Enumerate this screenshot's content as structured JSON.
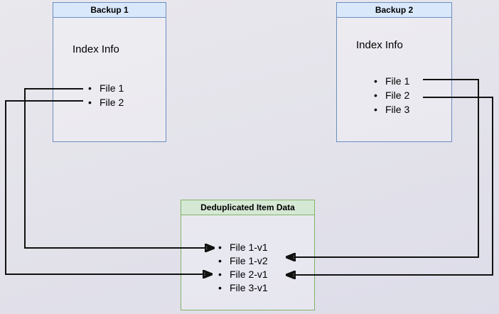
{
  "diagram": {
    "nodes": {
      "backup1": {
        "title": "Backup 1",
        "label": "Index Info",
        "items": [
          "File 1",
          "File 2"
        ]
      },
      "backup2": {
        "title": "Backup 2",
        "label": "Index Info",
        "items": [
          "File 1",
          "File 2",
          "File 3"
        ]
      },
      "dedup": {
        "title": "Deduplicated Item Data",
        "items": [
          "File 1-v1",
          "File 1-v2",
          "File 2-v1",
          "File 3-v1"
        ]
      }
    },
    "connections": [
      {
        "from": "Backup 1 / File 1",
        "to": "File 1-v1"
      },
      {
        "from": "Backup 1 / File 2",
        "to": "File 2-v1"
      },
      {
        "from": "Backup 2 / File 1",
        "to": "File 1-v2"
      },
      {
        "from": "Backup 2 / File 2",
        "to": "File 2-v1"
      }
    ],
    "colors": {
      "backup_header_fill": "#dae8fc",
      "backup_border": "#6c8ebf",
      "dedup_header_fill": "#d5e8d4",
      "dedup_border": "#82b366",
      "connector": "#111111"
    }
  }
}
